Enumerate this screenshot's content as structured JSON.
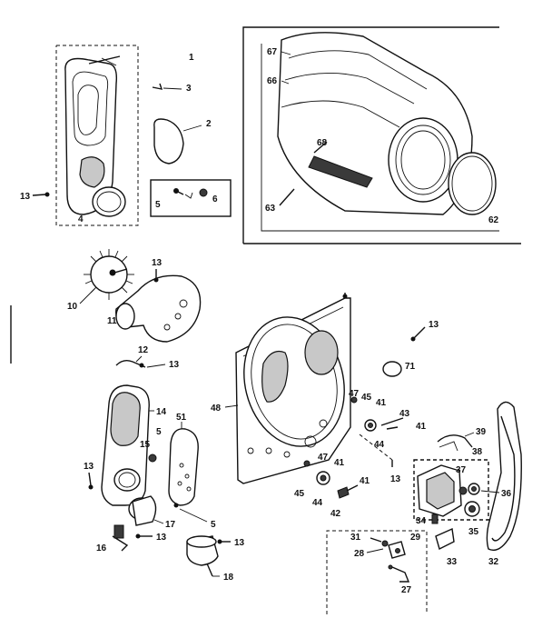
{
  "diagram": {
    "callouts": {
      "c1": "1",
      "c2": "2",
      "c3": "3",
      "c4": "4",
      "c5a": "5",
      "c6": "6",
      "c13a": "13",
      "c67": "67",
      "c66": "66",
      "c68": "68",
      "c63": "63",
      "c62": "62",
      "c10": "10",
      "c11": "11",
      "c13b": "13",
      "c12": "12",
      "c13c": "13",
      "c14": "14",
      "c15": "15",
      "c5b": "5",
      "c51": "51",
      "c13d": "13",
      "c17": "17",
      "c5c": "5",
      "c16": "16",
      "c13e": "13",
      "c13f": "13",
      "c18": "18",
      "c48": "48",
      "c13g": "13",
      "c71": "71",
      "c47a": "47",
      "c45a": "45",
      "c41a": "41",
      "c43": "43",
      "c41b": "41",
      "c44a": "44",
      "c47b": "47",
      "c41c": "41",
      "c45b": "45",
      "c44b": "44",
      "c42": "42",
      "c41d": "41",
      "c13h": "13",
      "c39": "39",
      "c38": "38",
      "c37": "37",
      "c36": "36",
      "c34": "34",
      "c35": "35",
      "c33": "33",
      "c32": "32",
      "c31": "31",
      "c29": "29",
      "c28": "28",
      "c27": "27"
    }
  }
}
